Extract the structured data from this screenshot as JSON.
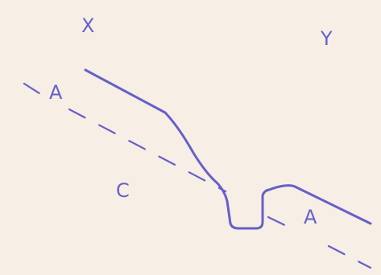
{
  "diagram": {
    "ink_color": "#6660c9",
    "background_color": "#f7eee6",
    "labels": {
      "x": "X",
      "y": "Y",
      "a_left": "A",
      "a_right": "A",
      "c": "C"
    },
    "shapes": {
      "solid_profile": "solid-line",
      "dashed_boundary": "dashed-line"
    }
  }
}
